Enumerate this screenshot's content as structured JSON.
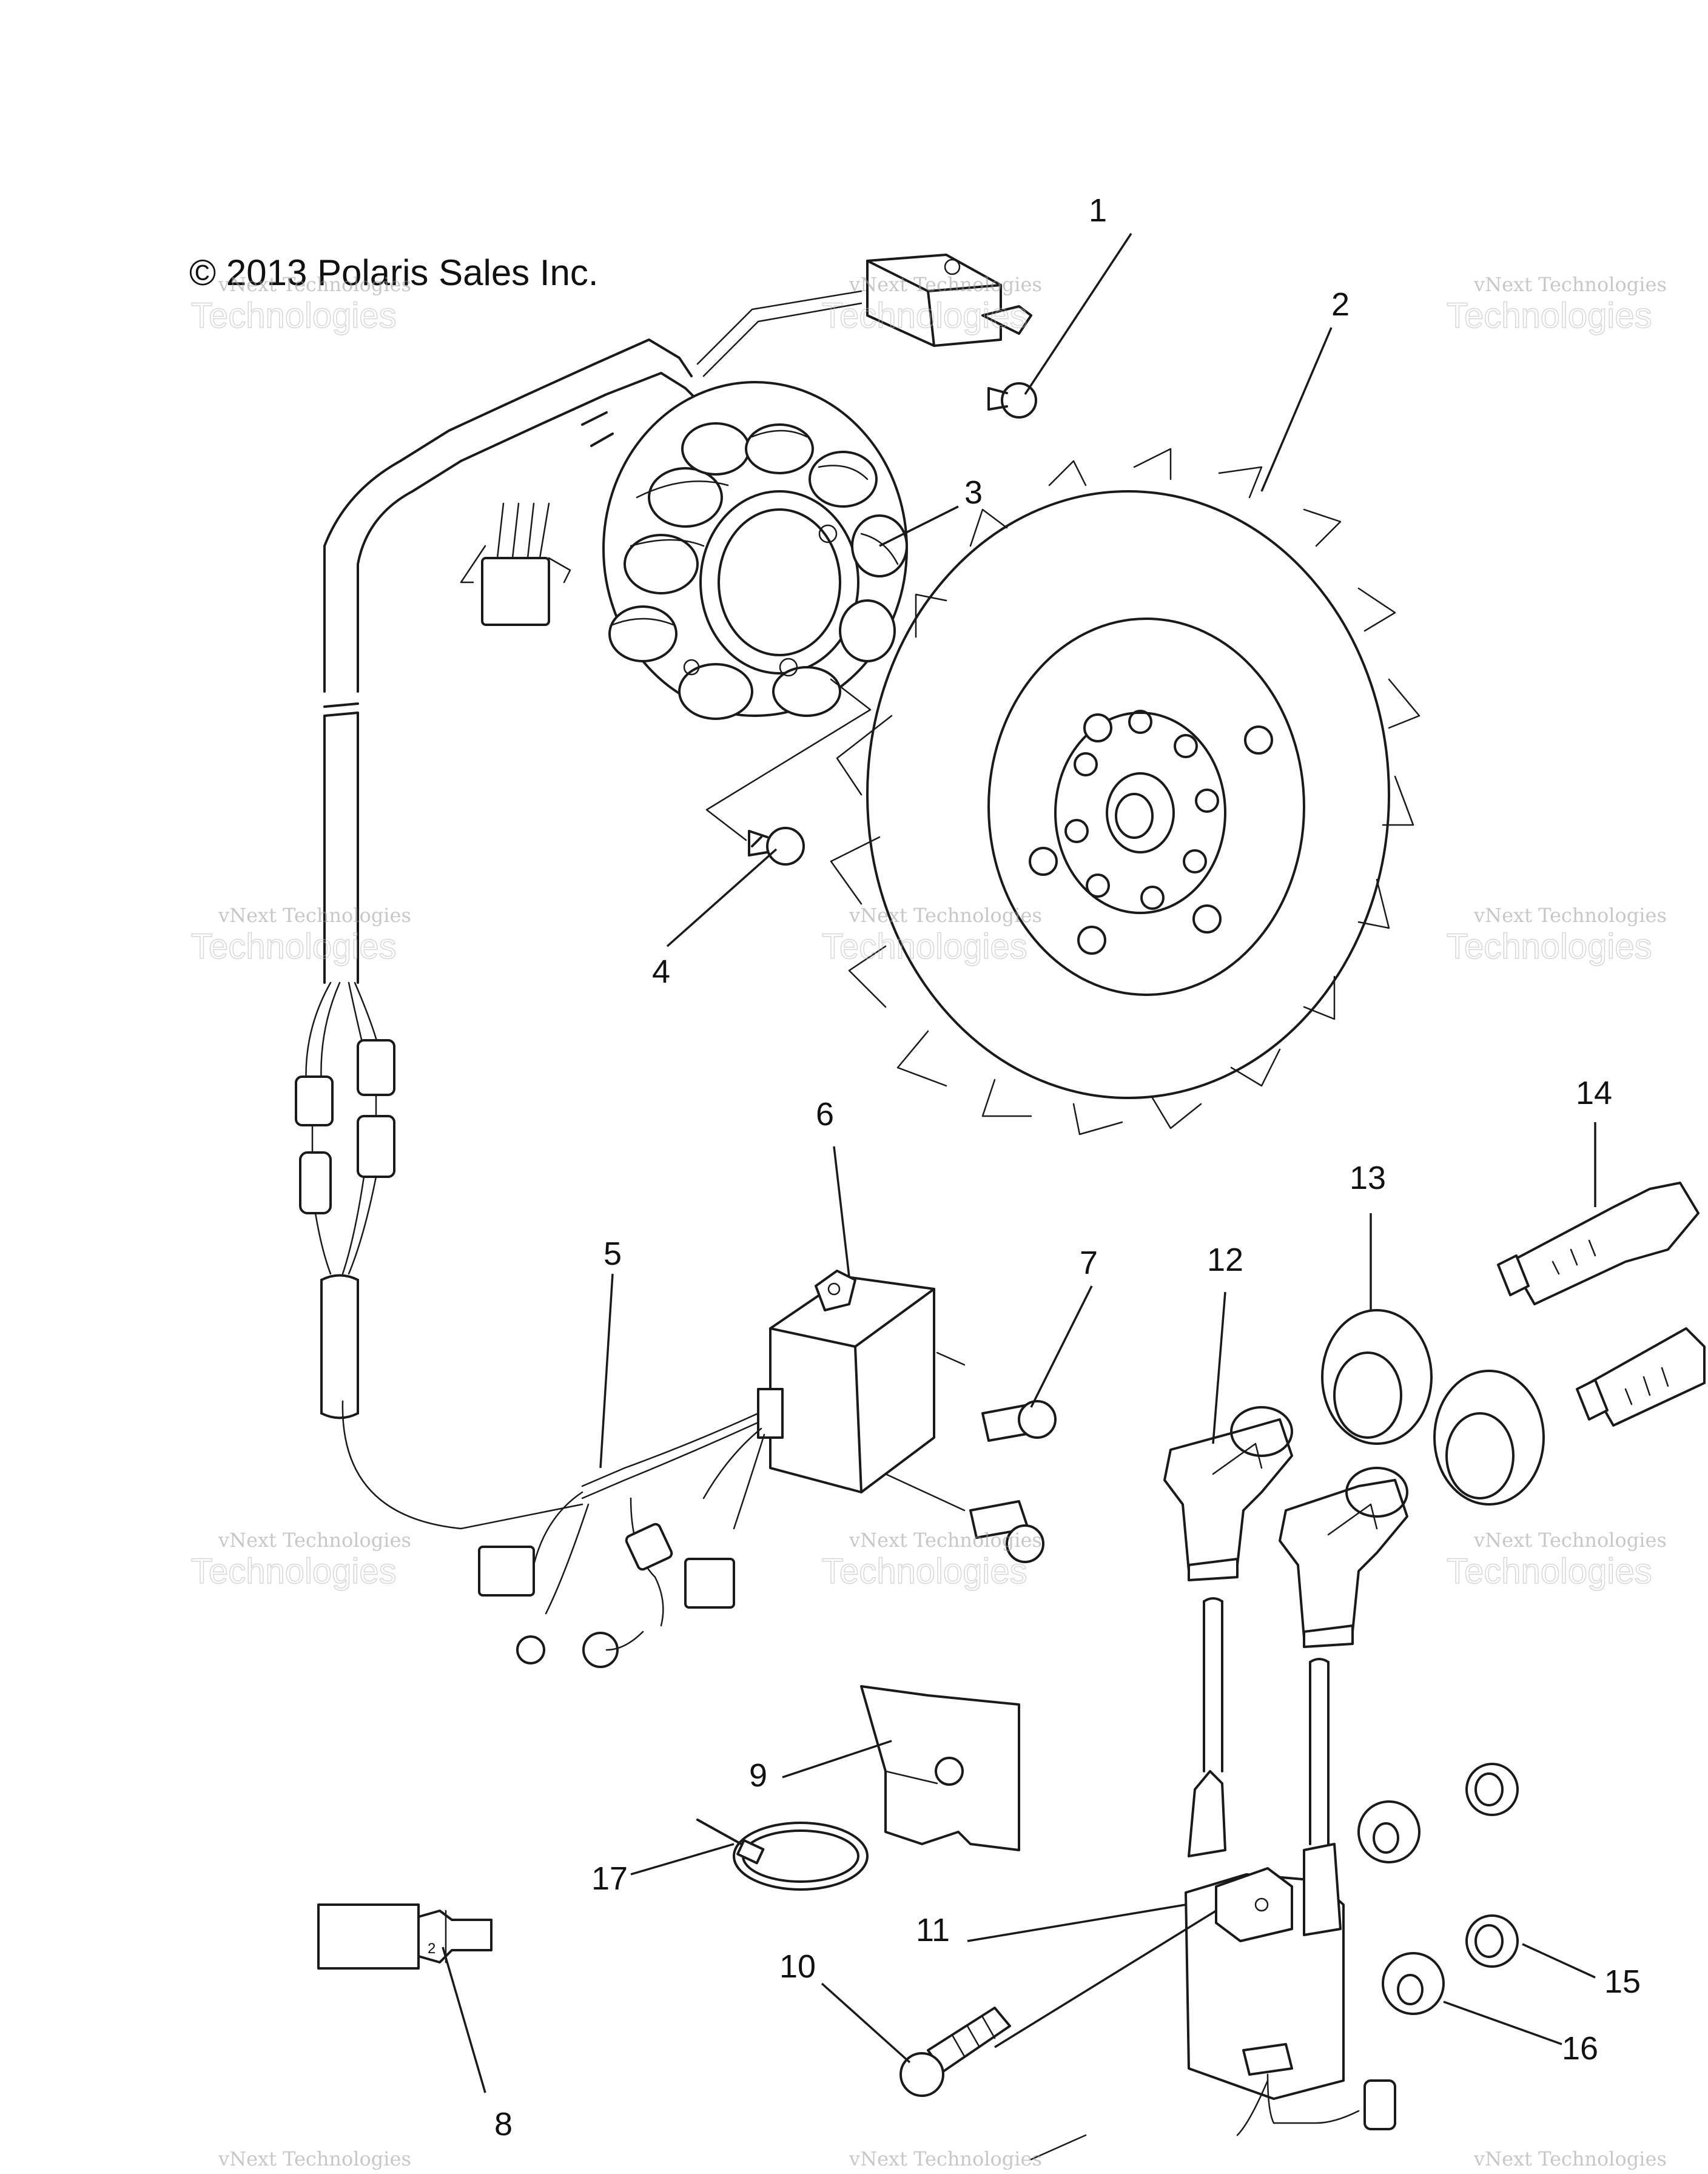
{
  "copyright": "© 2013 Polaris Sales Inc.",
  "watermark": {
    "line1": "vNext Technologies",
    "line2": "Technologies",
    "top": "vNext"
  },
  "callouts": [
    "1",
    "2",
    "3",
    "4",
    "5",
    "6",
    "7",
    "8",
    "9",
    "10",
    "11",
    "12",
    "13",
    "14",
    "15",
    "16",
    "17"
  ],
  "connector_mark": "2"
}
